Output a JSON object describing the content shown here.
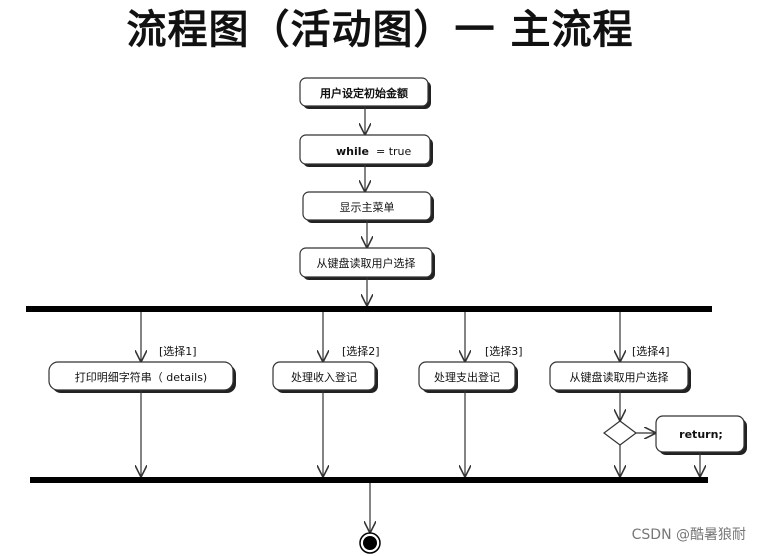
{
  "title": "流程图（活动图）一 主流程",
  "nodes": {
    "set_initial": "用户设定初始金额",
    "while_kw": "while",
    "while_cond": "= true",
    "show_menu": "显示主菜单",
    "read_choice": "从键盘读取用户选择",
    "print_details": "打印明细字符串（ details)",
    "process_income": "处理收入登记",
    "process_expense": "处理支出登记",
    "read_choice2": "从键盘读取用户选择",
    "return_stmt": "return;"
  },
  "guards": {
    "choice1": "[选择1]",
    "choice2": "[选择2]",
    "choice3": "[选择3]",
    "choice4": "[选择4]"
  },
  "watermark": "CSDN @酷暑狼耐"
}
